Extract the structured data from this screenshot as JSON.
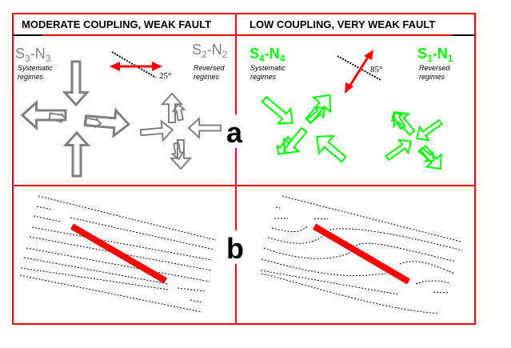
{
  "colors": {
    "frame": "#ff0000",
    "gray_arrows": "#808080",
    "green_arrows": "#00ff00",
    "fault": "#ff0000",
    "text": "#000000",
    "title_underline": "#000000"
  },
  "columns": [
    {
      "title": "MODERATE COUPLING, WEAK FAULT",
      "left_regime": {
        "base": "S",
        "sub1": "3",
        "mid": "-N",
        "sub2": "3",
        "note1": "Systematic",
        "note2": "regimes",
        "color": "#808080"
      },
      "right_regime": {
        "base": "S",
        "sub1": "2",
        "mid": "-N",
        "sub2": "2",
        "note1": "Reversed",
        "note2": "regimes",
        "color": "#808080"
      },
      "fault_angle": "25°",
      "stress_description": "fault-parallel compression (red double arrow at low angle to fault)"
    },
    {
      "title": "LOW COUPLING, VERY WEAK FAULT",
      "left_regime": {
        "base": "S",
        "sub1": "4",
        "mid": "-N",
        "sub2": "4",
        "note1": "Systematic",
        "note2": "regimes",
        "color": "#00ff00"
      },
      "right_regime": {
        "base": "S",
        "sub1": "1",
        "mid": "-N",
        "sub2": "1",
        "note1": "Reversed",
        "note2": "regimes",
        "color": "#00ff00"
      },
      "fault_angle": "85°",
      "stress_description": "fault-normal compression (red double arrow at high angle to fault)"
    }
  ],
  "panel_labels": {
    "top": "a",
    "bottom": "b"
  }
}
